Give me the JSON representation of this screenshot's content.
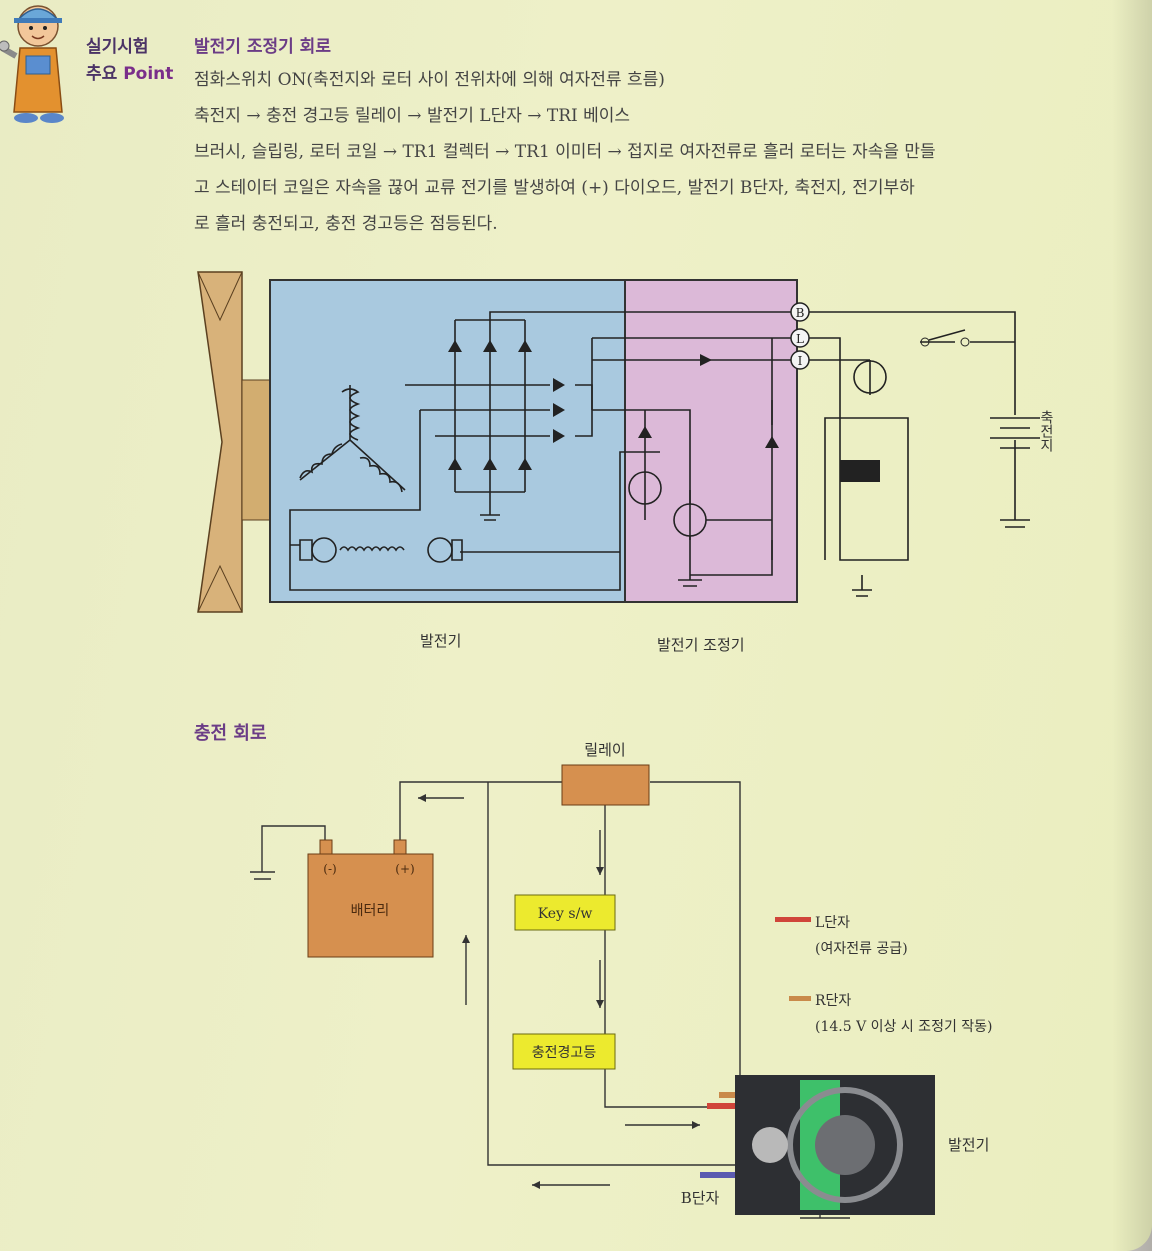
{
  "badge": {
    "line1": "실기시험",
    "line2": "추요",
    "line2_accent": "Point"
  },
  "section1": {
    "title": "발전기 조정기 회로",
    "lines": [
      "점화스위치 ON(축전지와 로터 사이 전위차에 의해 여자전류 흐름)",
      "축전지 → 충전 경고등 릴레이 → 발전기 L단자 → TRI 베이스",
      "브러시, 슬립링, 로터 코일 → TR1 컬렉터 → TR1 이미터 → 접지로 여자전류로 흘러 로터는 자속을 만들",
      "고 스테이터 코일은 자속을 끊어 교류 전기를 발생하여 (+) 다이오드, 발전기 B단자, 축전지, 전기부하",
      "로 흘러 충전되고, 충전 경고등은 점등된다."
    ]
  },
  "diagram1": {
    "caption_generator": "발전기",
    "caption_regulator": "발전기 조정기",
    "terminals": [
      "B",
      "L",
      "I"
    ],
    "battery_label": "축전지",
    "colors": {
      "generator": "#a9c9df",
      "regulator": "#dcb9d8",
      "pulley": "#d8b27a"
    }
  },
  "section2": {
    "title": "충전 회로",
    "relay_label": "릴레이",
    "battery_label": "배터리",
    "battery_minus": "(-)",
    "battery_plus": "(+)",
    "key_label": "Key s/w",
    "lamp_label": "충전경고등",
    "b_terminal": "B단자",
    "generator_label": "발전기",
    "legend": [
      {
        "title": "L단자",
        "desc": "(여자전류 공급)",
        "color": "#d0453a"
      },
      {
        "title": "R단자",
        "desc": "(14.5 V 이상 시 조정기 작동)",
        "color": "#c98a4a"
      }
    ],
    "colors": {
      "relay_box": "#d6904f",
      "battery_box": "#d6904f",
      "yellow_box": "#ecea2e"
    }
  }
}
